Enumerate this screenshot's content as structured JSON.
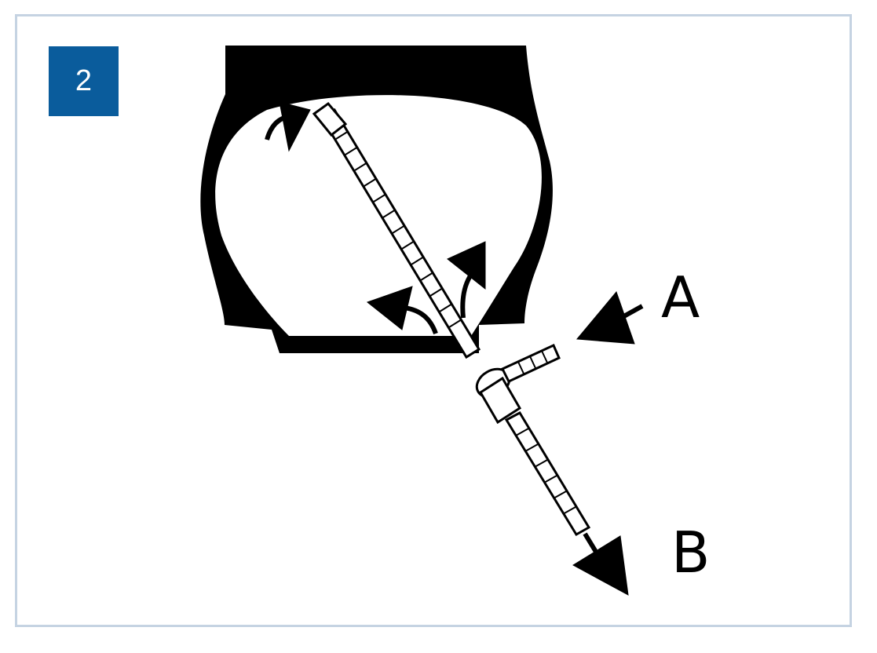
{
  "step_number": "2",
  "labels": {
    "a": "A",
    "b": "B"
  },
  "colors": {
    "badge_background": "#0a5c9c",
    "frame_border": "#c5d3e2",
    "ink": "#000000"
  },
  "icons": {
    "tire": "tire-cross-section-icon",
    "valve_hose": "valve-hose-icon",
    "arrow_a": "arrow-in-icon",
    "arrow_b": "arrow-out-icon"
  }
}
